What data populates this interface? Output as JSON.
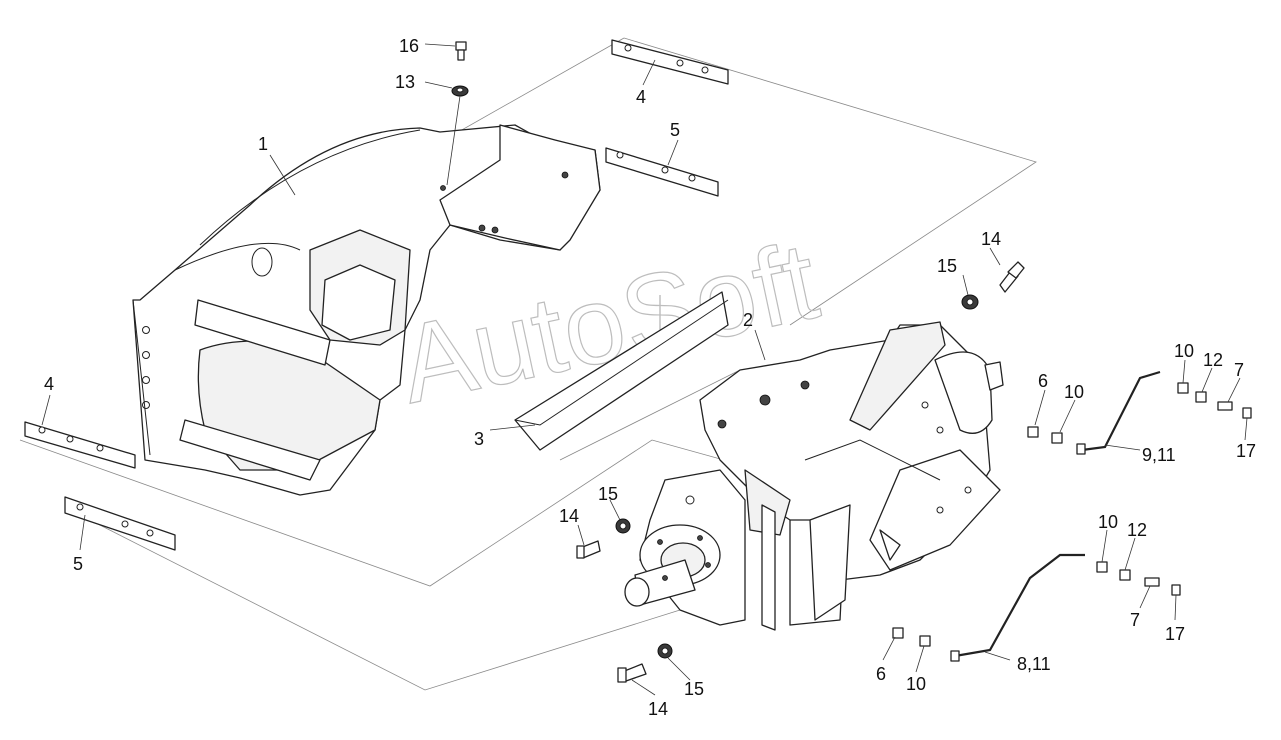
{
  "watermark": "AutoSoft",
  "callouts": {
    "c1": "1",
    "c2": "2",
    "c3": "3",
    "c4a": "4",
    "c4b": "4",
    "c5a": "5",
    "c5b": "5",
    "c6a": "6",
    "c6b": "6",
    "c7a": "7",
    "c7b": "7",
    "c8_11": "8,11",
    "c9_11": "9,11",
    "c10a": "10",
    "c10b": "10",
    "c10c": "10",
    "c10d": "10",
    "c12a": "12",
    "c12b": "12",
    "c13": "13",
    "c14a": "14",
    "c14b": "14",
    "c14c": "14",
    "c15a": "15",
    "c15b": "15",
    "c15c": "15",
    "c16": "16",
    "c17a": "17",
    "c17b": "17"
  }
}
